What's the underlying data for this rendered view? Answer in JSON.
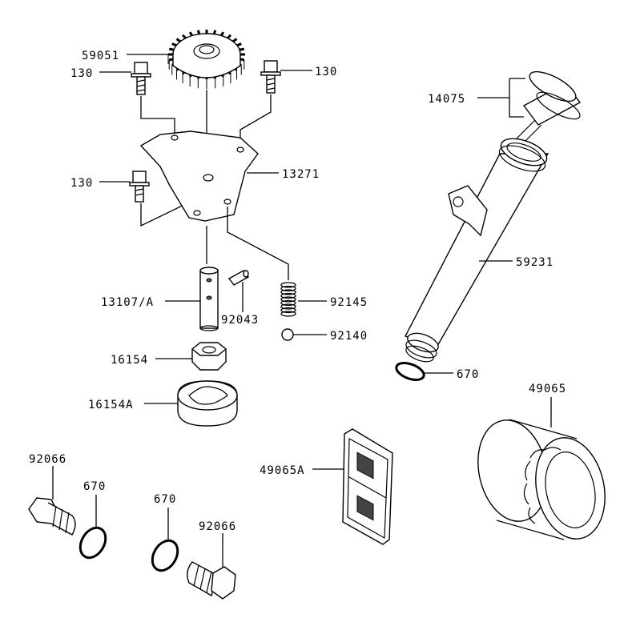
{
  "labels": {
    "gear": "59051",
    "bolt_top_left": "130",
    "bolt_top_right": "130",
    "bolt_mid_left": "130",
    "dipstick": "14075",
    "plate": "13271",
    "filler_tube": "59231",
    "shaft": "13107/A",
    "pin": "92043",
    "spring": "92145",
    "ball": "92140",
    "inner_rotor": "16154",
    "outer_rotor": "16154A",
    "oring_tube": "670",
    "oil_filter": "49065",
    "screen": "49065A",
    "plug_left": "92066",
    "oring_left": "670",
    "oring_mid": "670",
    "plug_right": "92066"
  }
}
